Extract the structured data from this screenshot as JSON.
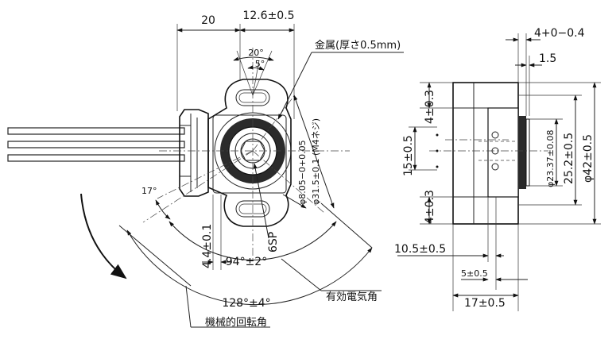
{
  "front_view": {
    "dim_width": "20",
    "dim_offset": "12.6±0.5",
    "dim_angle_20": "20°",
    "dim_angle_5": "5°",
    "metal_plate_note": "金属(厚さ0.5mm)",
    "dim_shaft_hole": "φ8.05−0+0.05",
    "dim_mount_pcd": "φ31.5±0.1 (M4ネジ)",
    "dim_angle_17": "17°",
    "dim_slot_offset": "4.4±0.1",
    "dim_spline": "6SP",
    "dim_effective_angle": "94°±2°",
    "effective_angle_label": "有効電気角",
    "dim_mech_angle": "128°±4°",
    "mech_angle_label": "機械的回転角"
  },
  "side_view": {
    "dim_boss": "4+0−0.4",
    "dim_plate": "1.5",
    "dim_upper": "4±0.3",
    "dim_pin_pitch": "15±0.5",
    "dim_lower": "4±0.3",
    "dim_boss_dia": "φ23.37±0.08",
    "dim_inner_height": "25.2±0.5",
    "dim_outer_dia": "φ42±0.5",
    "dim_depth": "10.5±0.5",
    "dim_shaft_len": "5±0.5",
    "dim_total_depth": "17±0.5"
  }
}
